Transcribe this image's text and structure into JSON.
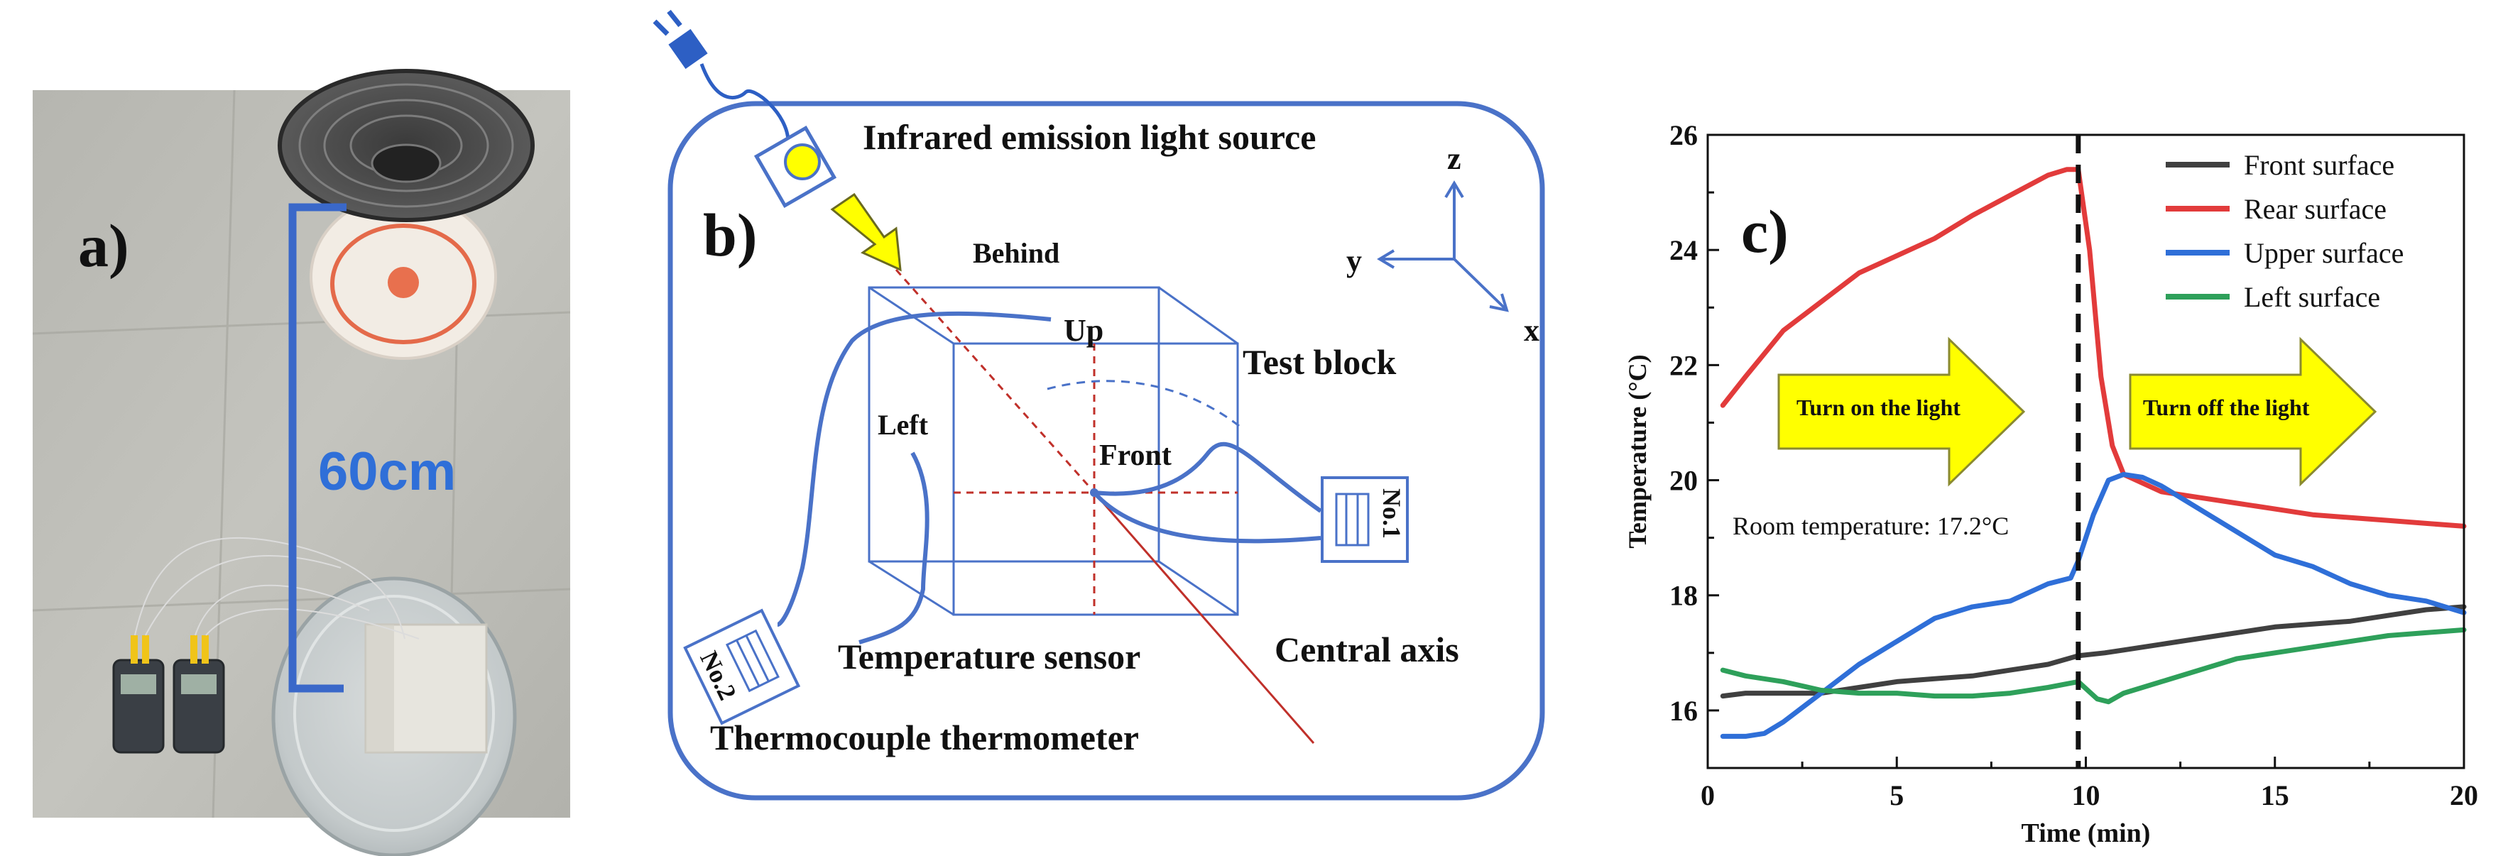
{
  "panel_a": {
    "label": "a)",
    "distance_label": "60cm",
    "colors": {
      "annotation": "#2f6fd8",
      "bracket": "#3a68c9"
    }
  },
  "panel_b": {
    "label": "b)",
    "light_source": "Infrared emission light source",
    "behind": "Behind",
    "axis_z": "z",
    "axis_y": "y",
    "axis_x": "x",
    "up": "Up",
    "left": "Left",
    "front": "Front",
    "test_block": "Test block",
    "thermometer_1": "No.1",
    "thermometer_2": "No.2",
    "temperature_sensor": "Temperature sensor",
    "central_axis": "Central axis",
    "thermocouple_thermometer": "Thermocouple thermometer",
    "colors": {
      "frame": "#4a72c8",
      "wire": "#4a72c8",
      "axis_line": "#c0302a",
      "arrow": "#ffff00"
    }
  },
  "panel_c": {
    "label": "c)",
    "annotations": {
      "turn_on": "Turn on the light",
      "turn_off": "Turn off the light",
      "room_temperature": "Room temperature: 17.2°C"
    }
  },
  "chart_data": {
    "type": "line",
    "title": "",
    "xlabel": "Time (min)",
    "ylabel": "Temperature (°C)",
    "xlim": [
      0,
      20
    ],
    "ylim": [
      15,
      26
    ],
    "xticks": [
      0,
      5,
      10,
      15,
      20
    ],
    "yticks": [
      16,
      18,
      20,
      22,
      24,
      26
    ],
    "grid": false,
    "legend_position": "top-right",
    "vline": {
      "x": 9.8,
      "style": "dashed"
    },
    "series": [
      {
        "name": "Front surface",
        "color": "#404040",
        "x": [
          0.4,
          1,
          2,
          3,
          4,
          5,
          6,
          7,
          8,
          9,
          9.8,
          10.5,
          11,
          12,
          13,
          14,
          15,
          16,
          17,
          18,
          19,
          20
        ],
        "y": [
          16.25,
          16.3,
          16.3,
          16.3,
          16.4,
          16.5,
          16.55,
          16.6,
          16.7,
          16.8,
          16.95,
          17.0,
          17.05,
          17.15,
          17.25,
          17.35,
          17.45,
          17.5,
          17.55,
          17.65,
          17.75,
          17.8
        ]
      },
      {
        "name": "Rear surface",
        "color": "#e23b3b",
        "x": [
          0.4,
          1,
          2,
          3,
          4,
          5,
          6,
          7,
          8,
          9,
          9.5,
          9.8,
          10.1,
          10.4,
          10.7,
          11,
          12,
          13,
          14,
          15,
          16,
          17,
          18,
          19,
          20
        ],
        "y": [
          21.3,
          21.8,
          22.6,
          23.1,
          23.6,
          23.9,
          24.2,
          24.6,
          24.95,
          25.3,
          25.4,
          25.4,
          24.0,
          21.8,
          20.6,
          20.1,
          19.8,
          19.7,
          19.6,
          19.5,
          19.4,
          19.35,
          19.3,
          19.25,
          19.2
        ]
      },
      {
        "name": "Upper surface",
        "color": "#2f6fd8",
        "x": [
          0.4,
          1,
          1.5,
          2,
          3,
          4,
          5,
          6,
          7,
          8,
          9,
          9.6,
          9.8,
          10.2,
          10.6,
          11,
          11.5,
          12,
          13,
          14,
          15,
          16,
          17,
          18,
          19,
          20
        ],
        "y": [
          15.55,
          15.55,
          15.6,
          15.8,
          16.3,
          16.8,
          17.2,
          17.6,
          17.8,
          17.9,
          18.2,
          18.3,
          18.6,
          19.4,
          20.0,
          20.1,
          20.05,
          19.9,
          19.5,
          19.1,
          18.7,
          18.5,
          18.2,
          18.0,
          17.9,
          17.7
        ]
      },
      {
        "name": "Left surface",
        "color": "#2ea05a",
        "x": [
          0.4,
          1,
          2,
          3,
          4,
          5,
          6,
          7,
          8,
          9,
          9.8,
          10.3,
          10.6,
          11,
          12,
          13,
          14,
          15,
          16,
          17,
          18,
          19,
          20
        ],
        "y": [
          16.7,
          16.6,
          16.5,
          16.35,
          16.3,
          16.3,
          16.25,
          16.25,
          16.3,
          16.4,
          16.5,
          16.2,
          16.15,
          16.3,
          16.5,
          16.7,
          16.9,
          17.0,
          17.1,
          17.2,
          17.3,
          17.35,
          17.4
        ]
      }
    ]
  }
}
